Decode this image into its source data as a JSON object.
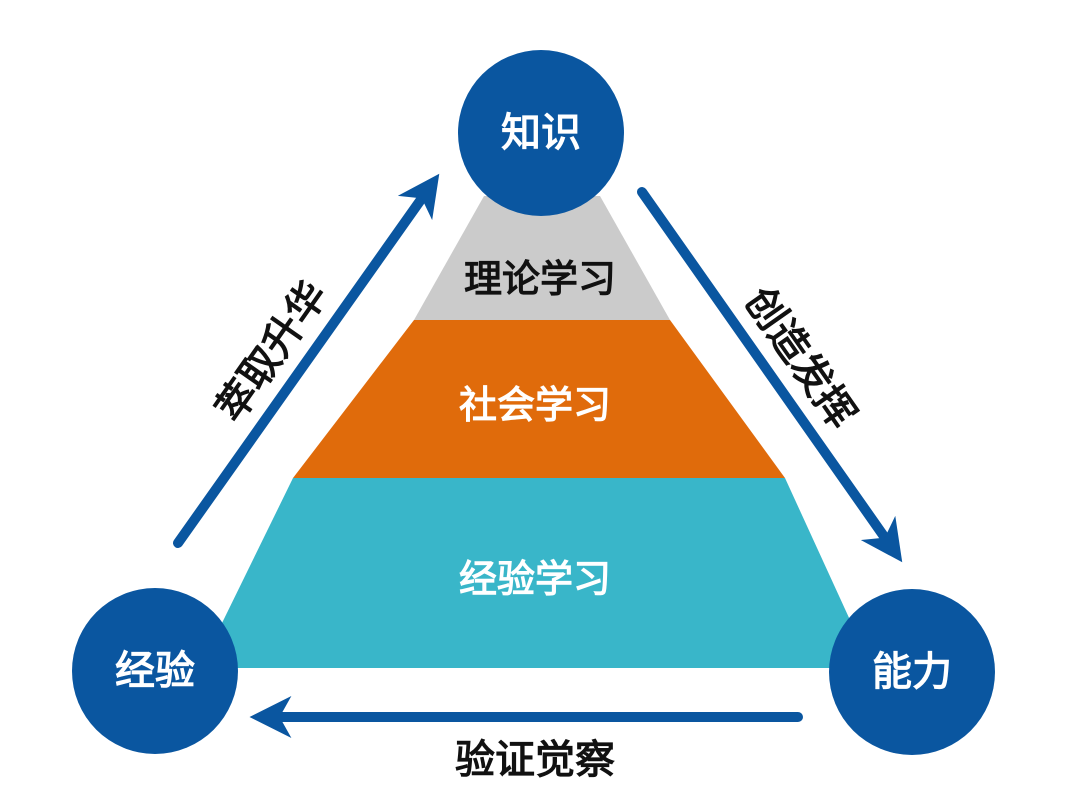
{
  "diagram": {
    "layers": [
      {
        "id": "theory",
        "label": "理论学习",
        "color": "#cbcbcb",
        "text_color": "#111111"
      },
      {
        "id": "social",
        "label": "社会学习",
        "color": "#e06b0b",
        "text_color": "#ffffff"
      },
      {
        "id": "experience",
        "label": "经验学习",
        "color": "#39b6c9",
        "text_color": "#ffffff"
      }
    ],
    "nodes": {
      "knowledge": {
        "label": "知识",
        "color": "#0a56a0"
      },
      "experience": {
        "label": "经验",
        "color": "#0a56a0"
      },
      "ability": {
        "label": "能力",
        "color": "#0a56a0"
      }
    },
    "arrows": {
      "color": "#0a56a0",
      "experience_to_knowledge": {
        "label": "萃取升华"
      },
      "knowledge_to_ability": {
        "label": "创造发挥"
      },
      "ability_to_experience": {
        "label": "验证觉察"
      }
    }
  }
}
